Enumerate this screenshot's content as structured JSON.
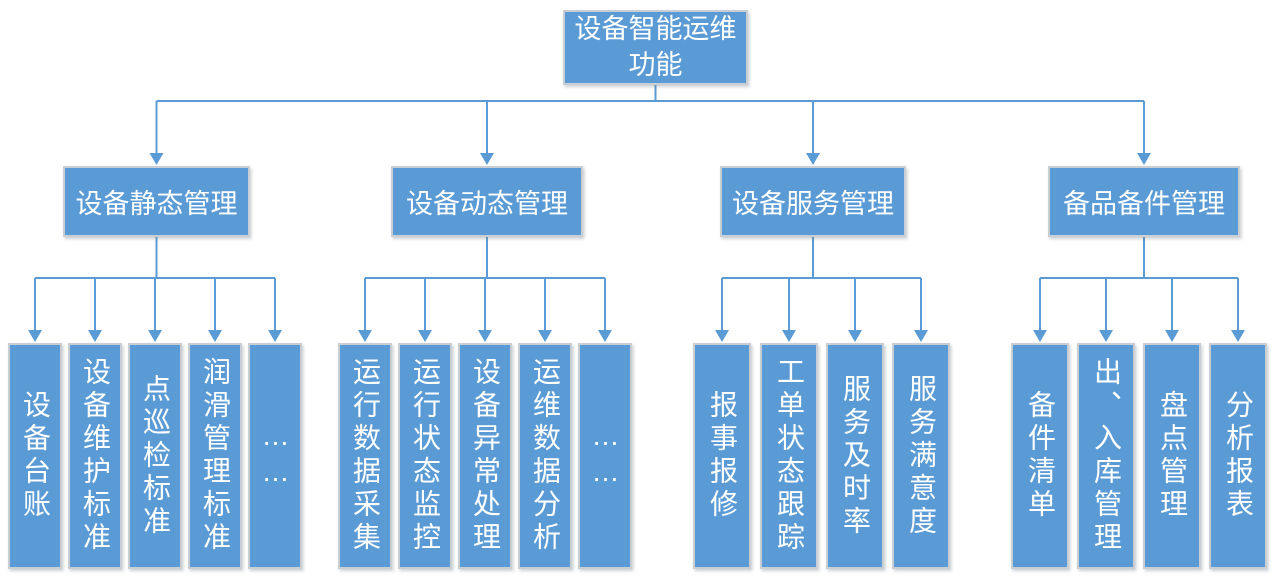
{
  "colors": {
    "node_fill": "#5b9bd5",
    "node_border": "#c8ced4",
    "connector": "#5b9bd5",
    "text": "#ffffff",
    "background": "#ffffff"
  },
  "tree": {
    "root": {
      "label": "设备智能运维功能"
    },
    "branches": [
      {
        "label": "设备静态管理",
        "leaves": [
          "设备台账",
          "设备维护标准",
          "点巡检标准",
          "润滑管理标准",
          "……"
        ]
      },
      {
        "label": "设备动态管理",
        "leaves": [
          "运行数据采集",
          "运行状态监控",
          "设备异常处理",
          "运维数据分析",
          "……"
        ]
      },
      {
        "label": "设备服务管理",
        "leaves": [
          "报事报修",
          "工单状态跟踪",
          "服务及时率",
          "服务满意度"
        ]
      },
      {
        "label": "备品备件管理",
        "leaves": [
          "备件清单",
          "出、入库管理",
          "盘点管理",
          "分析报表"
        ]
      }
    ]
  }
}
